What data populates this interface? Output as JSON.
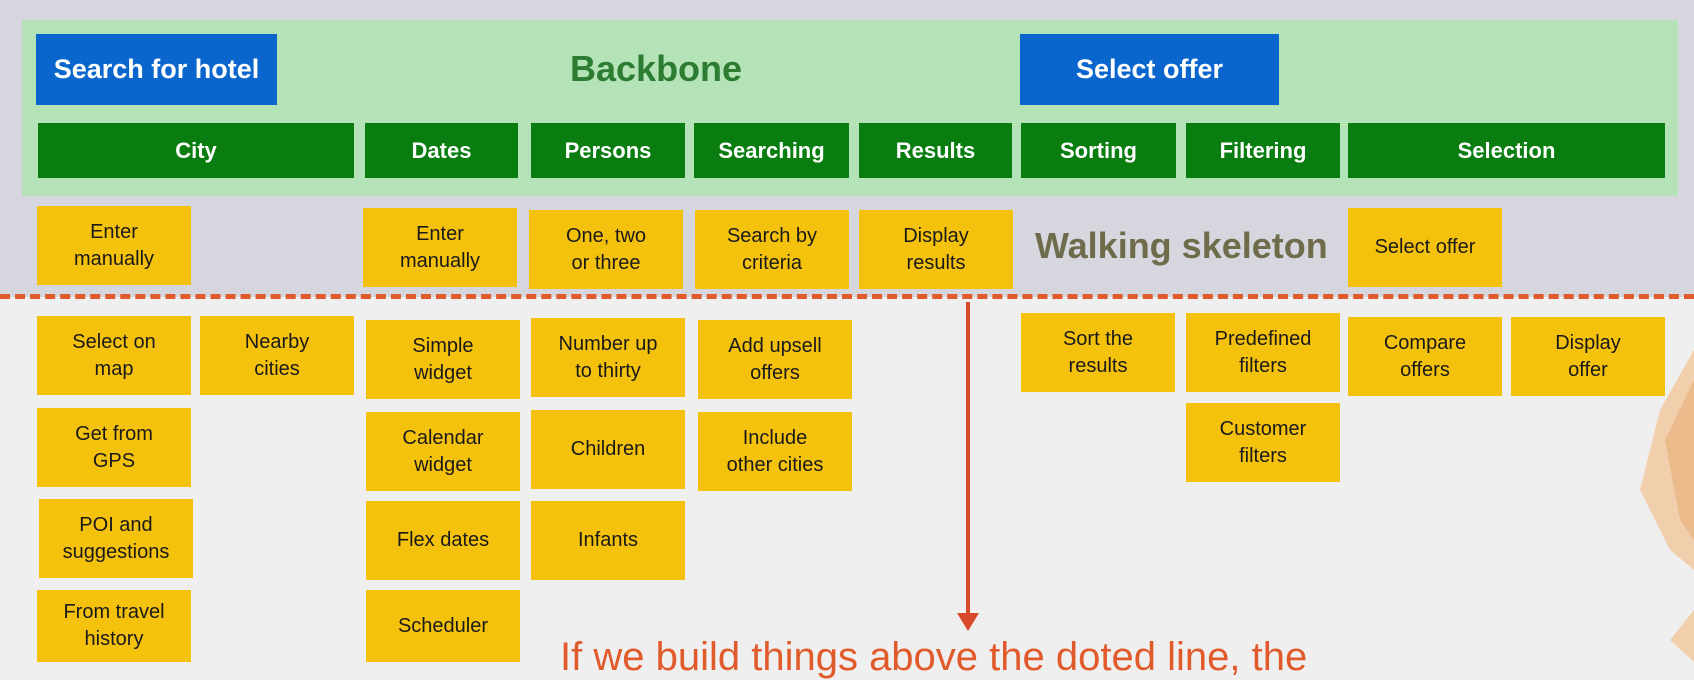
{
  "backbone": {
    "title": "Backbone",
    "activities": [
      {
        "id": "search-for-hotel",
        "label": "Search for hotel"
      },
      {
        "id": "select-offer",
        "label": "Select offer"
      }
    ],
    "steps": [
      {
        "id": "city",
        "label": "City"
      },
      {
        "id": "dates",
        "label": "Dates"
      },
      {
        "id": "persons",
        "label": "Persons"
      },
      {
        "id": "searching",
        "label": "Searching"
      },
      {
        "id": "results",
        "label": "Results"
      },
      {
        "id": "sorting",
        "label": "Sorting"
      },
      {
        "id": "filtering",
        "label": "Filtering"
      },
      {
        "id": "selection",
        "label": "Selection"
      }
    ]
  },
  "walking_skeleton": {
    "title": "Walking skeleton",
    "stories": [
      {
        "id": "enter-manually-city",
        "label": "Enter\nmanually"
      },
      {
        "id": "enter-manually-dates",
        "label": "Enter\nmanually"
      },
      {
        "id": "one-two-or-three",
        "label": "One, two\nor three"
      },
      {
        "id": "search-by-criteria",
        "label": "Search by\ncriteria"
      },
      {
        "id": "display-results",
        "label": "Display\nresults"
      },
      {
        "id": "select-offer-story",
        "label": "Select offer"
      }
    ]
  },
  "backlog": {
    "stories": [
      {
        "id": "select-on-map",
        "label": "Select on\nmap"
      },
      {
        "id": "nearby-cities",
        "label": "Nearby\ncities"
      },
      {
        "id": "get-from-gps",
        "label": "Get from\nGPS"
      },
      {
        "id": "poi-and-suggestions",
        "label": "POI and\nsuggestions"
      },
      {
        "id": "from-travel-history",
        "label": "From travel\nhistory"
      },
      {
        "id": "simple-widget",
        "label": "Simple\nwidget"
      },
      {
        "id": "calendar-widget",
        "label": "Calendar\nwidget"
      },
      {
        "id": "flex-dates",
        "label": "Flex dates"
      },
      {
        "id": "scheduler",
        "label": "Scheduler"
      },
      {
        "id": "number-up-to-thirty",
        "label": "Number up\nto thirty"
      },
      {
        "id": "children",
        "label": "Children"
      },
      {
        "id": "infants",
        "label": "Infants"
      },
      {
        "id": "add-upsell-offers",
        "label": "Add upsell\noffers"
      },
      {
        "id": "include-other-cities",
        "label": "Include\nother cities"
      },
      {
        "id": "sort-the-results",
        "label": "Sort the\nresults"
      },
      {
        "id": "predefined-filters",
        "label": "Predefined\nfilters"
      },
      {
        "id": "customer-filters",
        "label": "Customer\nfilters"
      },
      {
        "id": "compare-offers",
        "label": "Compare\noffers"
      },
      {
        "id": "display-offer",
        "label": "Display\noffer"
      }
    ]
  },
  "caption": "If we build things above the doted line, the",
  "colors": {
    "activity": "#0a66cc",
    "step": "#0a7d10",
    "story": "#f4c10d",
    "backbone_band": "#b5e3b8",
    "upper_band": "#d6d6df",
    "dashed_line": "#e05a2b"
  }
}
